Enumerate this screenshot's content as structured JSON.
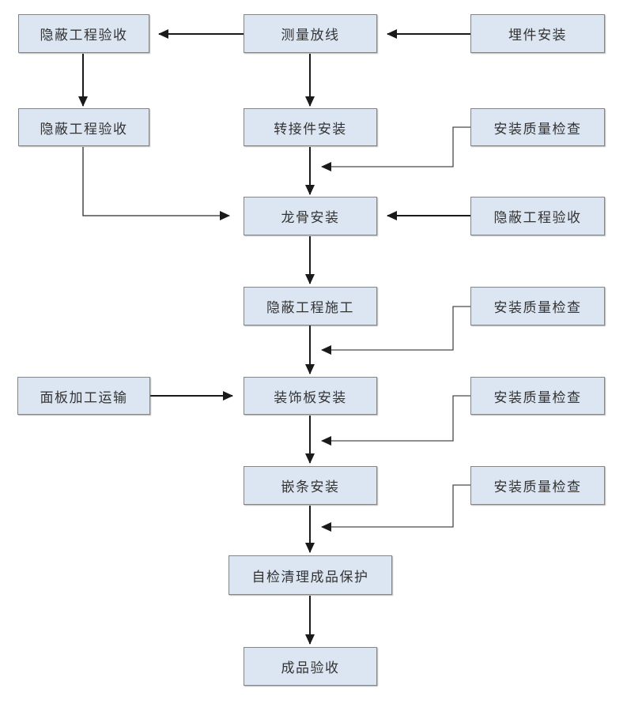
{
  "diagram": {
    "type": "flowchart",
    "colors": {
      "background": "#ffffff",
      "node_fill": "#dce6f2",
      "node_border": "#858585",
      "node_text": "#333333",
      "main_arrow": "#1a1a1a",
      "branch_connector": "#4a4a4a"
    },
    "nodes": [
      {
        "id": "concealed-work-acceptance-1",
        "label": "隐蔽工程验收"
      },
      {
        "id": "measurement-setting-out",
        "label": "测量放线"
      },
      {
        "id": "embedded-parts-installation",
        "label": "埋件安装"
      },
      {
        "id": "concealed-work-acceptance-2",
        "label": "隐蔽工程验收"
      },
      {
        "id": "adapter-installation",
        "label": "转接件安装"
      },
      {
        "id": "installation-quality-check-1",
        "label": "安装质量检查"
      },
      {
        "id": "keel-installation",
        "label": "龙骨安装"
      },
      {
        "id": "concealed-work-acceptance-3",
        "label": "隐蔽工程验收"
      },
      {
        "id": "concealed-work-construction",
        "label": "隐蔽工程施工"
      },
      {
        "id": "installation-quality-check-2",
        "label": "安装质量检查"
      },
      {
        "id": "panel-processing-transport",
        "label": "面板加工运输"
      },
      {
        "id": "decorative-panel-installation",
        "label": "装饰板安装"
      },
      {
        "id": "installation-quality-check-3",
        "label": "安装质量检查"
      },
      {
        "id": "inlay-strip-installation",
        "label": "嵌条安装"
      },
      {
        "id": "installation-quality-check-4",
        "label": "安装质量检查"
      },
      {
        "id": "self-check-cleanup-product-protection",
        "label": "自检清理成品保护"
      },
      {
        "id": "finished-product-acceptance",
        "label": "成品验收"
      }
    ],
    "edges": [
      {
        "from": "embedded-parts-installation",
        "to": "measurement-setting-out"
      },
      {
        "from": "measurement-setting-out",
        "to": "concealed-work-acceptance-1"
      },
      {
        "from": "concealed-work-acceptance-1",
        "to": "concealed-work-acceptance-2"
      },
      {
        "from": "measurement-setting-out",
        "to": "adapter-installation"
      },
      {
        "from": "adapter-installation",
        "to": "keel-installation"
      },
      {
        "from": "installation-quality-check-1",
        "to": "keel-installation"
      },
      {
        "from": "concealed-work-acceptance-2",
        "to": "keel-installation"
      },
      {
        "from": "concealed-work-acceptance-3",
        "to": "keel-installation"
      },
      {
        "from": "keel-installation",
        "to": "concealed-work-construction"
      },
      {
        "from": "installation-quality-check-2",
        "to": "decorative-panel-installation"
      },
      {
        "from": "concealed-work-construction",
        "to": "decorative-panel-installation"
      },
      {
        "from": "panel-processing-transport",
        "to": "decorative-panel-installation"
      },
      {
        "from": "decorative-panel-installation",
        "to": "inlay-strip-installation"
      },
      {
        "from": "installation-quality-check-3",
        "to": "inlay-strip-installation"
      },
      {
        "from": "inlay-strip-installation",
        "to": "self-check-cleanup-product-protection"
      },
      {
        "from": "installation-quality-check-4",
        "to": "self-check-cleanup-product-protection"
      },
      {
        "from": "self-check-cleanup-product-protection",
        "to": "finished-product-acceptance"
      }
    ]
  }
}
